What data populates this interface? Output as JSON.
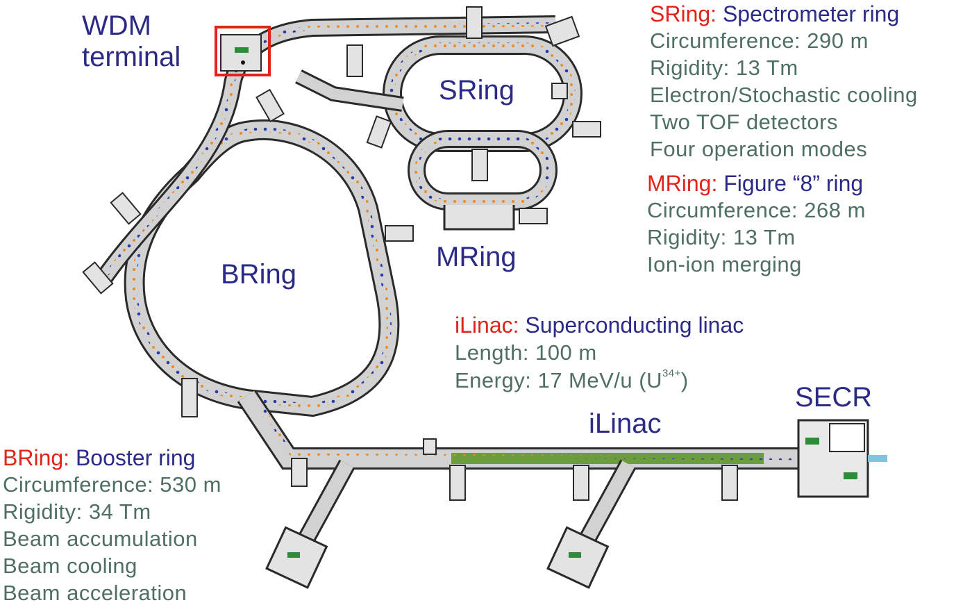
{
  "labels": {
    "wdm_line1": "WDM",
    "wdm_line2": "terminal",
    "sring": "SRing",
    "mring": "MRing",
    "bring": "BRing",
    "ilinac": "iLinac",
    "secr": "SECR"
  },
  "sring_info": {
    "key": "SRing:",
    "title": "Spectrometer ring",
    "items": [
      "Circumference: 290 m",
      "Rigidity: 13 Tm",
      "Electron/Stochastic cooling",
      "Two TOF detectors",
      "Four operation modes"
    ]
  },
  "mring_info": {
    "key": "MRing:",
    "title": "Figure “8” ring",
    "items": [
      "Circumference: 268 m",
      "Rigidity: 13 Tm",
      "Ion-ion merging"
    ]
  },
  "ilinac_info": {
    "key": "iLinac:",
    "title": "Superconducting linac",
    "length": "Length: 100 m",
    "energy_pre": "Energy: 17 MeV/u (U",
    "energy_sup": "34+",
    "energy_post": ")"
  },
  "bring_info": {
    "key": "BRing:",
    "title": "Booster ring",
    "items": [
      "Circumference: 530 m",
      "Rigidity: 34 Tm",
      "Beam accumulation",
      "Beam cooling",
      "Beam acceleration"
    ]
  },
  "colors": {
    "label_navy": "#2b2a87",
    "key_red": "#e2231a",
    "spec_grey": "#4f6e66",
    "highlight_box": "#e2231a",
    "tunnel_wall": "#2a2a2a",
    "tunnel_fill": "#c9c9c9",
    "magnet_blue": "#2b3aa8",
    "magnet_orange": "#f08a1e",
    "module_green": "#2e8b3a"
  }
}
